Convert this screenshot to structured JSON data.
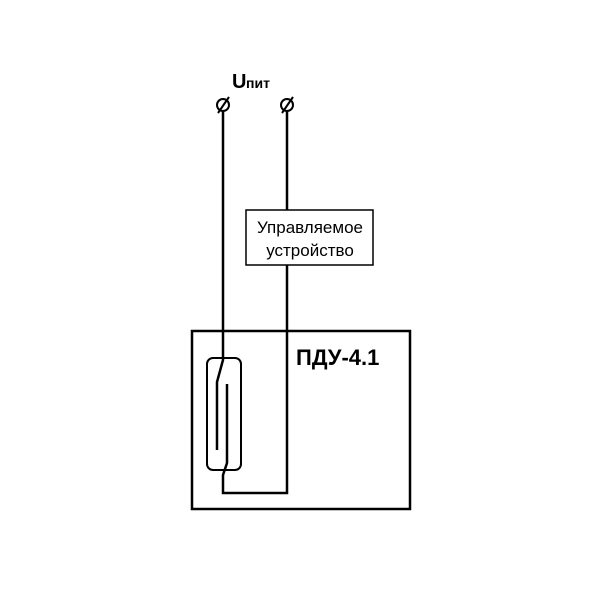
{
  "supply_label_main": "U",
  "supply_label_sub": "пит",
  "device_label_line1": "Управляемое",
  "device_label_line2": "устройство",
  "unit_label": "ПДУ-4.1"
}
